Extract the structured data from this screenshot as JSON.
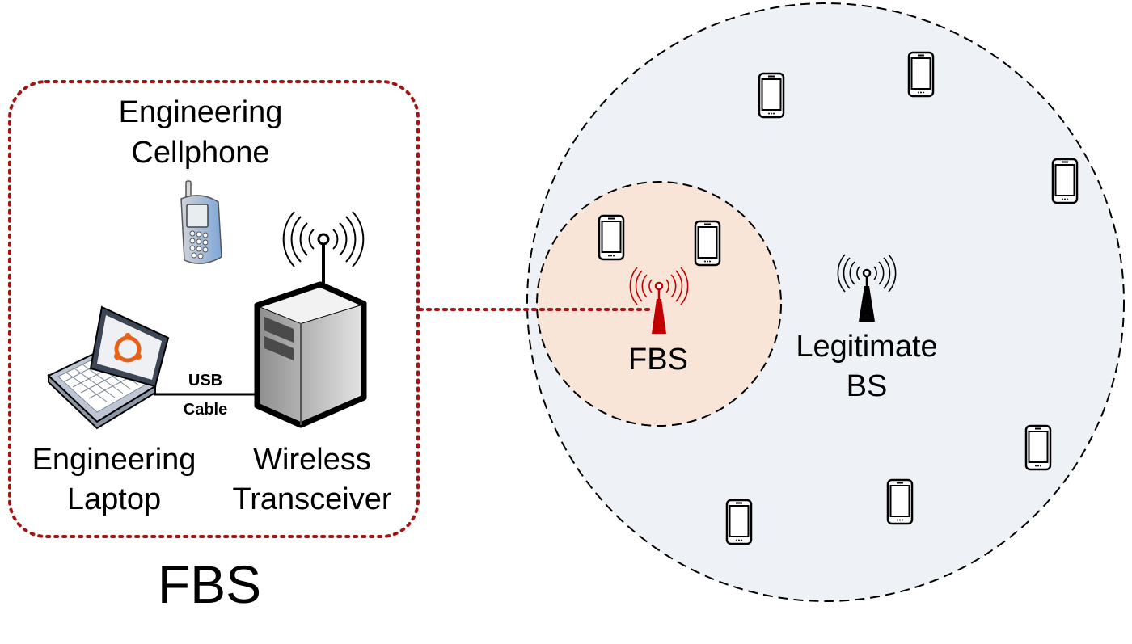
{
  "fbs_box": {
    "title": "FBS",
    "cellphone_label_line1": "Engineering",
    "cellphone_label_line2": "Cellphone",
    "laptop_label_line1": "Engineering",
    "laptop_label_line2": "Laptop",
    "transceiver_label_line1": "Wireless",
    "transceiver_label_line2": "Transceiver",
    "cable_label_line1": "USB",
    "cable_label_line2": "Cable"
  },
  "network": {
    "fbs_label": "FBS",
    "legit_bs_label_line1": "Legitimate",
    "legit_bs_label_line2": "BS"
  },
  "colors": {
    "fbs_box_border": "#a31515",
    "outer_cell_fill": "#eef2f7",
    "fbs_cell_fill": "#f9e4d8",
    "fbs_tower": "#c00000",
    "legit_tower": "#000000"
  },
  "icons": {
    "cellphone": "feature-phone-icon",
    "laptop": "laptop-icon",
    "transceiver": "server-tower-icon",
    "fbs_tower": "red-antenna-tower-icon",
    "legit_tower": "black-antenna-tower-icon",
    "user_device": "smartphone-icon"
  }
}
